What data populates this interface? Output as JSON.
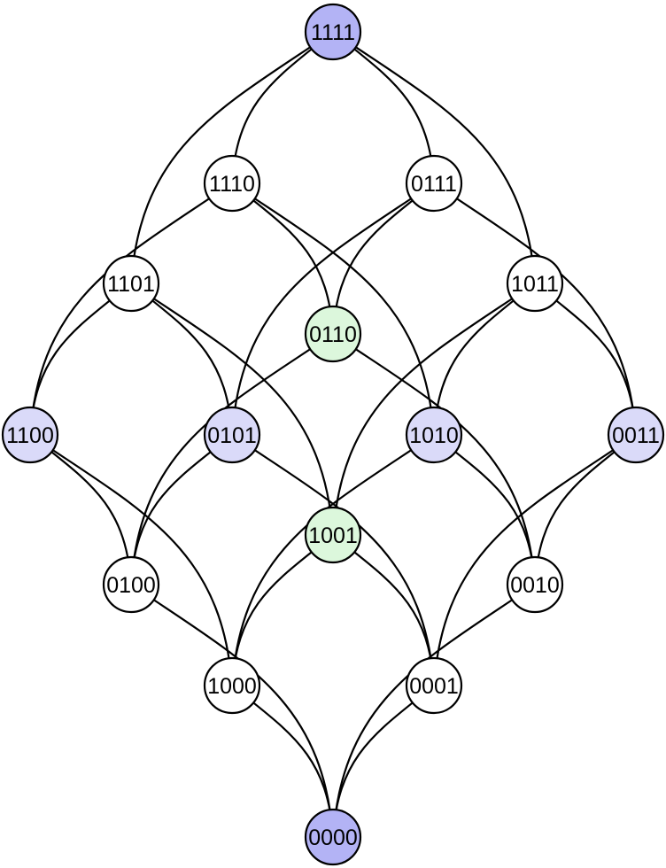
{
  "diagram": {
    "type": "hypercube-lattice",
    "colors": {
      "background": "#ffffff",
      "stroke": "#000000",
      "text": "#000000",
      "white": "#ffffff",
      "blue": "#b3b3f5",
      "lightblue": "#dadaf9",
      "green": "#dcf7dc"
    },
    "nodes": [
      {
        "id": "1111",
        "label": "1111",
        "color": "blue"
      },
      {
        "id": "1110",
        "label": "1110",
        "color": "white"
      },
      {
        "id": "0111",
        "label": "0111",
        "color": "white"
      },
      {
        "id": "1101",
        "label": "1101",
        "color": "white"
      },
      {
        "id": "0110",
        "label": "0110",
        "color": "green"
      },
      {
        "id": "1011",
        "label": "1011",
        "color": "white"
      },
      {
        "id": "1100",
        "label": "1100",
        "color": "lightblue"
      },
      {
        "id": "0101",
        "label": "0101",
        "color": "lightblue"
      },
      {
        "id": "1010",
        "label": "1010",
        "color": "lightblue"
      },
      {
        "id": "0011",
        "label": "0011",
        "color": "lightblue"
      },
      {
        "id": "1001",
        "label": "1001",
        "color": "green"
      },
      {
        "id": "0100",
        "label": "0100",
        "color": "white"
      },
      {
        "id": "0010",
        "label": "0010",
        "color": "white"
      },
      {
        "id": "1000",
        "label": "1000",
        "color": "white"
      },
      {
        "id": "0001",
        "label": "0001",
        "color": "white"
      },
      {
        "id": "0000",
        "label": "0000",
        "color": "blue"
      }
    ]
  }
}
